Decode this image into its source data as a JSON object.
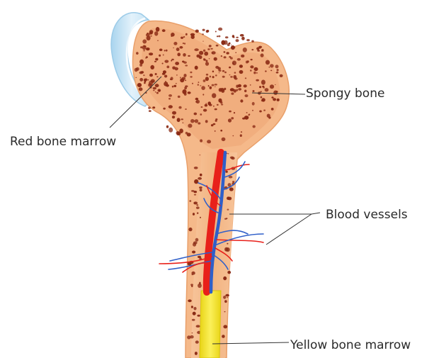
{
  "labels": {
    "red_bone_marrow": "Red bone marrow",
    "spongy_bone": "Spongy bone",
    "blood_vessels": "Blood vessels",
    "yellow_bone_marrow": "Yellow bone marrow"
  },
  "colors": {
    "bone_outer": "#f5b98a",
    "bone_inner": "#f0a878",
    "pores": "#8a2a14",
    "cartilage": "#cfe6f5",
    "artery": "#e8201a",
    "vein": "#2f5fc9",
    "yellow_marrow": "#f2e21a",
    "leader_line": "#333333"
  }
}
